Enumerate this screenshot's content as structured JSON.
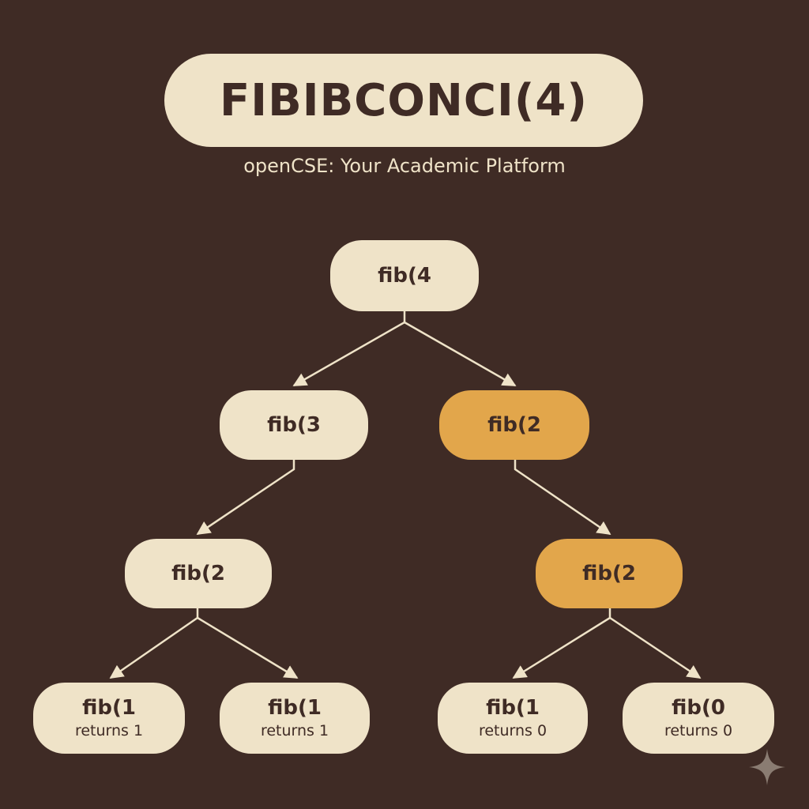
{
  "header": {
    "title": "FIBIBCONCI(4)",
    "subtitle": "openCSE: Your Academic Platform"
  },
  "colors": {
    "background": "#3f2b25",
    "node_default": "#efe3c8",
    "node_highlight": "#e2a64b",
    "text_dark": "#3f2b25",
    "edge": "#efe3c8"
  },
  "tree": {
    "nodes": {
      "root": {
        "label": "fib(4",
        "highlight": false
      },
      "l1_left": {
        "label": "fib(3",
        "highlight": false
      },
      "l1_right": {
        "label": "fib(2",
        "highlight": true
      },
      "l2_left": {
        "label": "fib(2",
        "highlight": false
      },
      "l2_right": {
        "label": "fib(2",
        "highlight": true
      },
      "leaf1": {
        "label": "fib(1",
        "sub": "returns 1",
        "highlight": false
      },
      "leaf2": {
        "label": "fib(1",
        "sub": "returns 1",
        "highlight": false
      },
      "leaf3": {
        "label": "fib(1",
        "sub": "returns 0",
        "highlight": false
      },
      "leaf4": {
        "label": "fib(0",
        "sub": "returns 0",
        "highlight": false
      }
    }
  },
  "decoration": {
    "corner_icon": "sparkle-icon"
  }
}
